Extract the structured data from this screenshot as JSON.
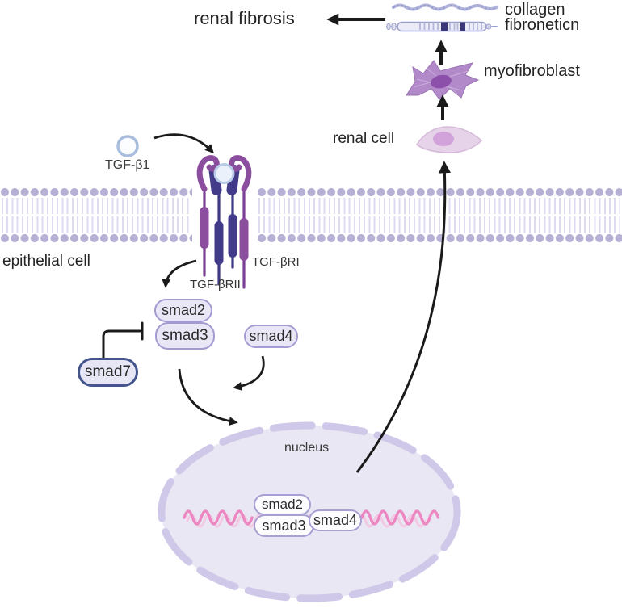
{
  "labels": {
    "renal_fibrosis": "renal fibrosis",
    "collagen": "collagen",
    "fibronectin": "fibroneticn",
    "myofibroblast": "myofibroblast",
    "renal_cell": "renal cell",
    "tgf_b1": "TGF-β1",
    "epithelial_cell": "epithelial cell",
    "tgf_bri": "TGF-βRI",
    "tgf_brii": "TGF-βRII",
    "nucleus": "nucleus"
  },
  "molecules": {
    "smad2": "smad2",
    "smad3": "smad3",
    "smad4": "smad4",
    "smad7": "smad7",
    "nuclear_smad2": "smad2",
    "nuclear_smad3": "smad3",
    "nuclear_smad4": "smad4"
  },
  "colors": {
    "receptor_purple": "#8b4d9e",
    "receptor_indigo": "#413b8a",
    "membrane_head": "#b6b0d5",
    "membrane_tail": "#dedaf0",
    "pill_border": "#a49bd2",
    "smad7_border": "#44558c",
    "nucleus_fill": "#e9e7f3",
    "nucleus_border": "#cfc8e8",
    "dna_pink": "#ec87c2",
    "dna_pink_light": "#f5c2df",
    "renal_cell_fill": "#e7d3e9",
    "myofibroblast_fill": "#b289c9",
    "ligand_blue_border": "#a9bede",
    "arrow_black": "#1a1a1a"
  },
  "connections": [
    {
      "from": "TGF-β1",
      "to": "receptor complex",
      "type": "activate"
    },
    {
      "from": "receptor complex",
      "to": "smad2/smad3",
      "type": "activate"
    },
    {
      "from": "smad7",
      "to": "smad2/smad3",
      "type": "inhibit"
    },
    {
      "from": "smad4",
      "to": "smad complex",
      "type": "activate"
    },
    {
      "from": "smad2/smad3",
      "to": "nucleus",
      "type": "translocate"
    },
    {
      "from": "nucleus",
      "to": "renal cell",
      "type": "activate"
    },
    {
      "from": "renal cell",
      "to": "myofibroblast",
      "type": "transform"
    },
    {
      "from": "myofibroblast",
      "to": "collagen/fibronectin",
      "type": "produce"
    },
    {
      "from": "collagen/fibronectin",
      "to": "renal fibrosis",
      "type": "cause"
    }
  ]
}
